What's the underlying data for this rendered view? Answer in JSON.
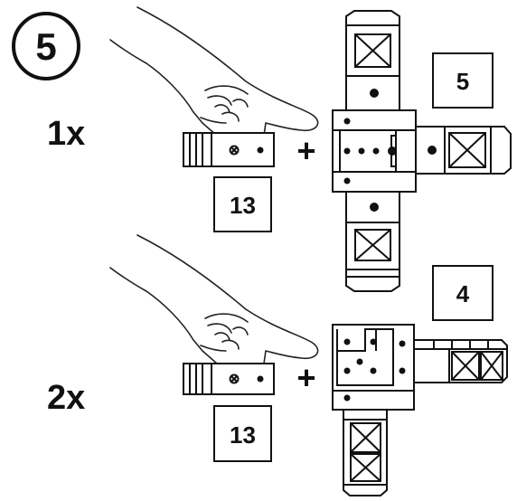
{
  "step": {
    "number": "5"
  },
  "rows": [
    {
      "quantity": "1x",
      "part_a": "13",
      "plus": "+",
      "part_b": "5"
    },
    {
      "quantity": "2x",
      "part_a": "13",
      "plus": "+",
      "part_b": "4"
    }
  ],
  "icons": [
    "hand-icon",
    "connector-piece-icon",
    "cross-piece-icon",
    "elbow-piece-icon"
  ],
  "colors": {
    "ink": "#111111",
    "paper": "#ffffff"
  }
}
